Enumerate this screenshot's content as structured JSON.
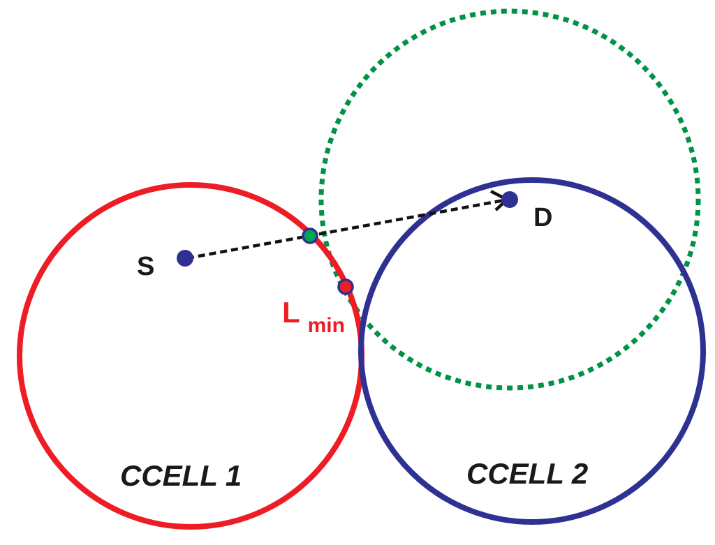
{
  "colors": {
    "cell1": "#ee1c25",
    "cell2": "#2e3192",
    "coverage": "#009245",
    "node": "#2e3192",
    "path": "#111111",
    "handoff_point": "#00a651",
    "lmin_point": "#ee1c25",
    "text": "#1a1a1a"
  },
  "labels": {
    "source": "S",
    "destination": "D",
    "cell1": "CCELL 1",
    "cell2": "CCELL 2",
    "lmin_main": "L",
    "lmin_sub": "min"
  }
}
